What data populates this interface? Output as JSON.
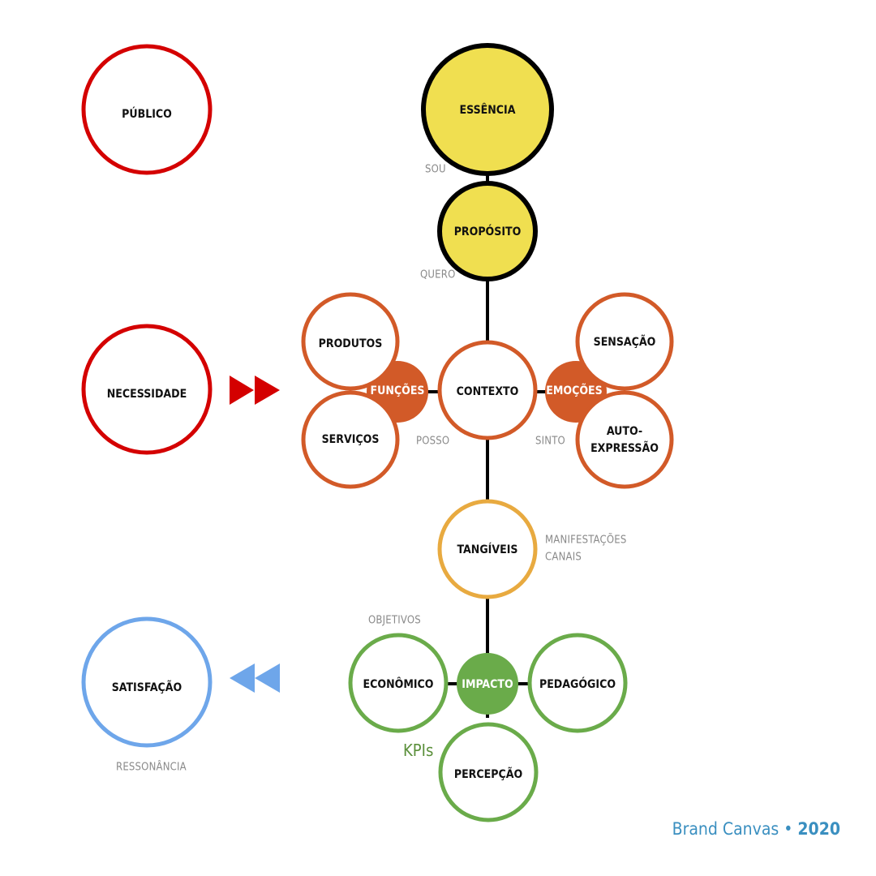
{
  "colors": {
    "red": "#d40000",
    "black": "#000000",
    "yellow": "#f0df50",
    "orange": "#d25a28",
    "amber": "#e8aa40",
    "green": "#6aab4a",
    "blue": "#6ea6ea",
    "caption": "#8a8a8a",
    "footer": "#3a8fc0"
  },
  "nodes": {
    "publico": "PÚBLICO",
    "necessidade": "NECESSIDADE",
    "satisfacao": "SATISFAÇÃO",
    "essencia": "ESSÊNCIA",
    "proposito": "PROPÓSITO",
    "contexto": "CONTEXTO",
    "produtos": "PRODUTOS",
    "servicos": "SERVIÇOS",
    "funcoes": "FUNÇÕES",
    "emocoes": "EMOÇÕES",
    "sensacao": "SENSAÇÃO",
    "autoexpressao_1": "AUTO-",
    "autoexpressao_2": "EXPRESSÃO",
    "tangiveis": "TANGÍVEIS",
    "impacto": "IMPACTO",
    "economico": "ECONÔMICO",
    "pedagogico": "PEDAGÓGICO",
    "percepcao": "PERCEPÇÃO"
  },
  "captions": {
    "sou": "SOU",
    "quero": "QUERO",
    "posso": "POSSO",
    "sinto": "SINTO",
    "manifestacoes": "MANIFESTAÇÕES",
    "canais": "CANAIS",
    "objetivos": "OBJETIVOS",
    "kpis": "KPIs",
    "ressonancia": "RESSONÂNCIA"
  },
  "footer": {
    "brand": "Brand Canvas",
    "separator": "•",
    "year": "2020"
  }
}
